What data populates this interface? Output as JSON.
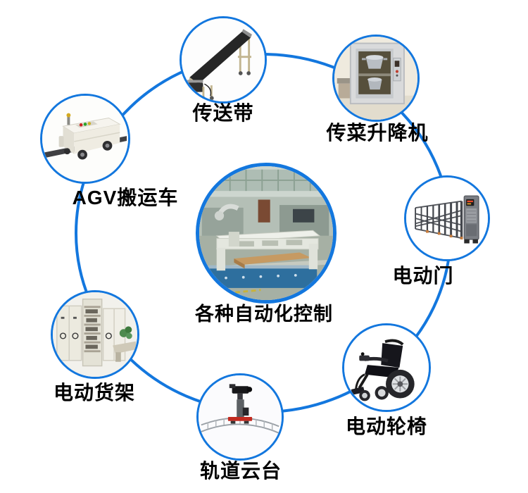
{
  "diagram": {
    "center": {
      "label": "各种自动化控制",
      "icon": "factory-automation-scene"
    },
    "items": [
      {
        "id": "conveyor",
        "label": "传送带",
        "icon": "conveyor-belt"
      },
      {
        "id": "food-lift",
        "label": "传菜升降机",
        "icon": "dumbwaiter-lift"
      },
      {
        "id": "gate",
        "label": "电动门",
        "icon": "retractable-gate"
      },
      {
        "id": "wheelchair",
        "label": "电动轮椅",
        "icon": "electric-wheelchair"
      },
      {
        "id": "rail-dolly",
        "label": "轨道云台",
        "icon": "rail-camera-dolly"
      },
      {
        "id": "shelving",
        "label": "电动货架",
        "icon": "mobile-shelving"
      },
      {
        "id": "agv",
        "label": "AGV搬运车",
        "icon": "agv-cart"
      }
    ],
    "colors": {
      "ring_blue": "#1377de",
      "circle_border_blue": "#1377de",
      "label_text": "#000000",
      "background": "#ffffff"
    }
  }
}
